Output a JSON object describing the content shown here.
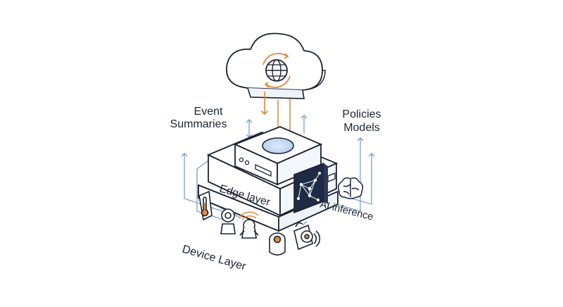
{
  "labels": {
    "event_summaries_line1": "Event",
    "event_summaries_line2": "Summaries",
    "policies": "Policies",
    "models": "Models",
    "edge_layer": "Edge layer",
    "ai_inference": "AI inference",
    "device_layer": "Device Layer"
  },
  "colors": {
    "outline": "#1b2233",
    "accent_orange": "#e08a3c",
    "arrow_blue": "#7fa8cf",
    "dark_panel": "#1f2a44",
    "glow_blue": "#cfe2f6",
    "light_fill": "#f3f6fa"
  },
  "icons": {
    "cloud": "cloud-icon",
    "globe": "globe-icon",
    "chip": "neural-chip-icon",
    "brain": "brain-icon",
    "thermometer": "thermometer-icon",
    "camera": "camera-icon",
    "sensor": "sensor-icon",
    "motor": "motor-icon"
  }
}
